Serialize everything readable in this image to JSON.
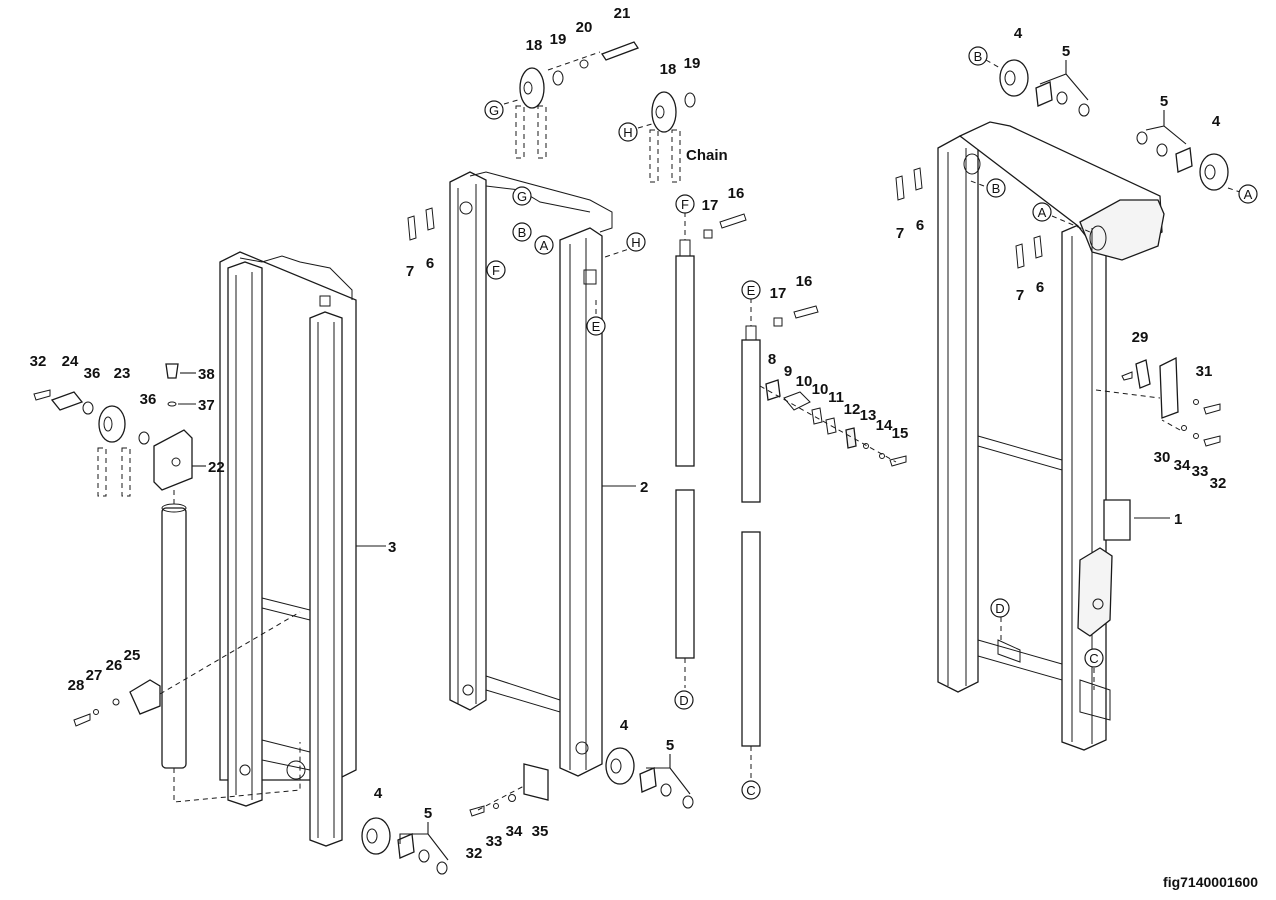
{
  "figure_id": "fig7140001600",
  "chain_label": "Chain",
  "part_numbers": [
    "1",
    "2",
    "3",
    "4",
    "5",
    "6",
    "7",
    "8",
    "9",
    "10",
    "11",
    "12",
    "13",
    "14",
    "15",
    "16",
    "17",
    "18",
    "19",
    "20",
    "21",
    "22",
    "23",
    "24",
    "25",
    "26",
    "27",
    "28",
    "29",
    "30",
    "31",
    "32",
    "33",
    "34",
    "35",
    "36",
    "37",
    "38"
  ],
  "reference_letters": [
    "A",
    "B",
    "C",
    "D",
    "E",
    "F",
    "G",
    "H"
  ]
}
